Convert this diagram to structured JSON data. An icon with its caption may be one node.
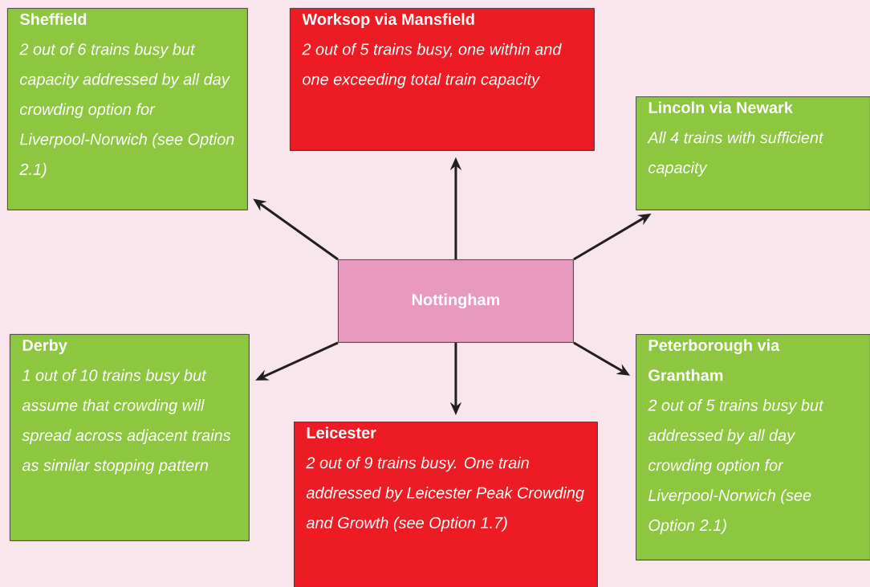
{
  "diagram": {
    "nodes": [
      {
        "text": [
          "Sheffield",
          "2 out of 6 trains busy but capacity addressed by all day crowding option for Liverpool-Norwich (see Option 2.1)"
        ]
      },
      {
        "text": [
          "Worksop via Mansfield",
          "2 out of 5 trains busy, one within and one exceeding total train capacity"
        ]
      },
      {
        "text": [
          "Lincoln via Newark",
          "All 4 trains with sufficient capacity"
        ]
      },
      {
        "text": [
          "Nottingham"
        ]
      },
      {
        "text": [
          "Derby",
          "1 out of 10 trains busy but assume that crowding will spread across adjacent trains as similar stopping pattern"
        ]
      },
      {
        "text": [
          "Leicester",
          "2 out of 9 trains busy. One train addressed by Leicester Peak Crowding and Growth (see Option 1.7)"
        ]
      },
      {
        "text": [
          "Peterborough via Grantham",
          "2 out of 5 trains busy but addressed by all day crowding option for Liverpool-Norwich (see Option 2.1)"
        ]
      }
    ],
    "edges": [
      {
        "from": 3,
        "to": 0,
        "arrow": "to"
      },
      {
        "from": 3,
        "to": 1,
        "arrow": "to"
      },
      {
        "from": 3,
        "to": 2,
        "arrow": "to"
      },
      {
        "from": 3,
        "to": 4,
        "arrow": "to"
      },
      {
        "from": 3,
        "to": 5,
        "arrow": "to"
      },
      {
        "from": 3,
        "to": 6,
        "arrow": "to"
      }
    ]
  }
}
